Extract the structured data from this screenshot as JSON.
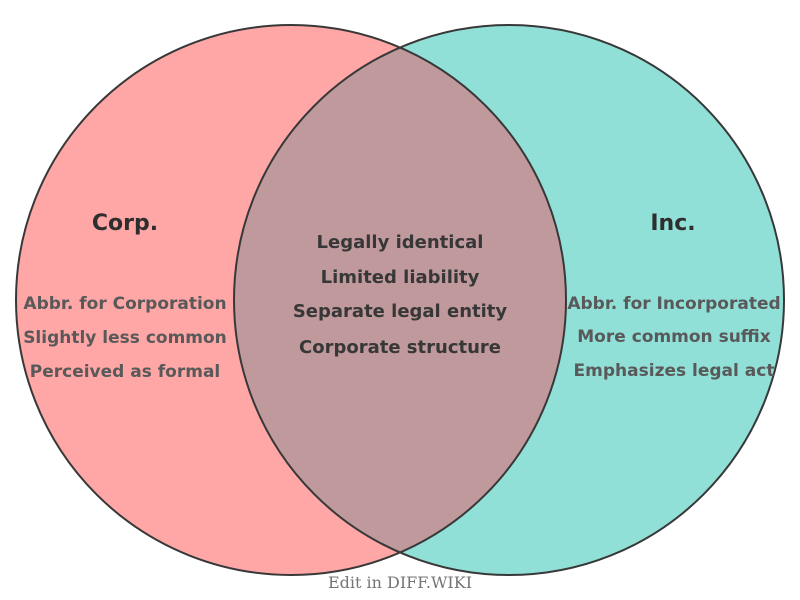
{
  "venn": {
    "left": {
      "label": "Corp.",
      "color": "#ffa6a6",
      "items": [
        "Abbr. for Corporation",
        "Slightly less common",
        "Perceived as formal"
      ]
    },
    "right": {
      "label": "Inc.",
      "color": "#90e0d8",
      "items": [
        "Abbr. for Incorporated",
        "More common suffix",
        "Emphasizes legal act"
      ]
    },
    "overlap": {
      "color": "#c0999c",
      "items": [
        "Legally identical",
        "Limited liability",
        "Separate legal entity",
        "Corporate structure"
      ]
    },
    "outline_color": "#383838"
  },
  "footer": {
    "watermark": "Edit in DIFF.WIKI"
  }
}
